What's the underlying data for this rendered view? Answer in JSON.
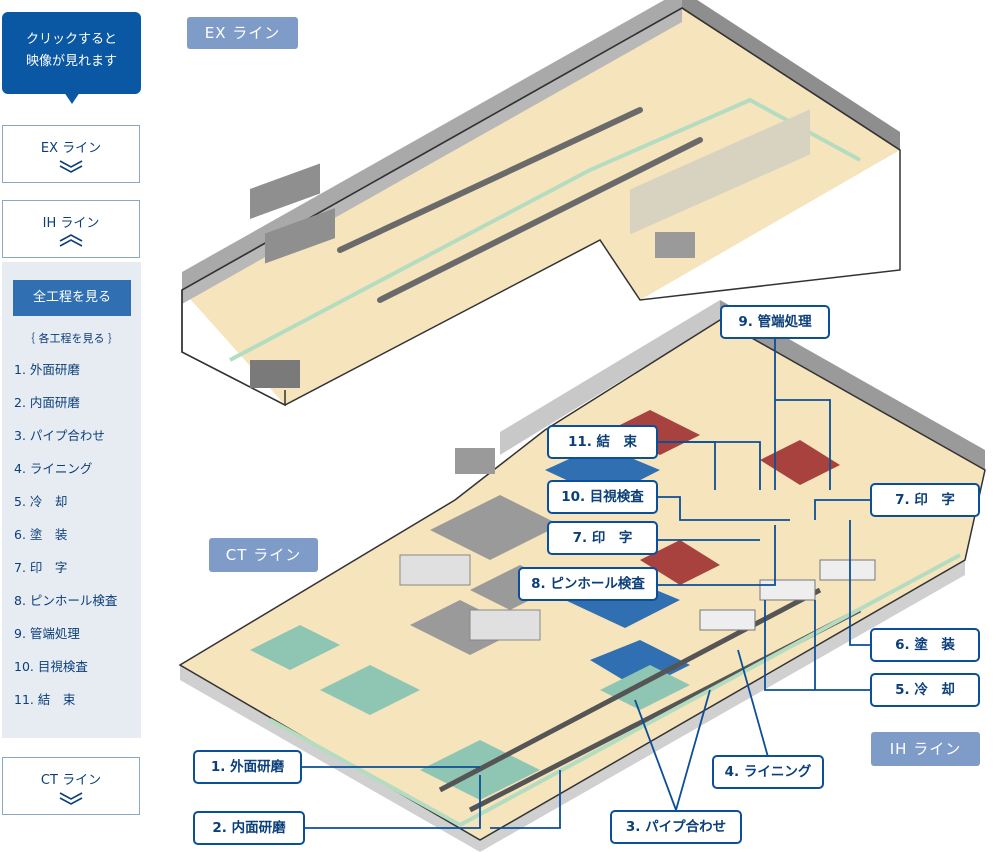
{
  "sidebar": {
    "hint": [
      "クリックすると",
      "映像が見れます"
    ],
    "ex_button": "EX ライン",
    "ih_button": "IH ライン",
    "ct_button": "CT ライン",
    "all_process_button": "全工程を見る",
    "each_process_header": "｛ 各工程を見る ｝",
    "processes": [
      "1. 外面研磨",
      "2. 内面研磨",
      "3. パイプ合わせ",
      "4. ライニング",
      "5. 冷　却",
      "6. 塗　装",
      "7. 印　字",
      "8. ピンホール検査",
      "9. 管端処理",
      "10. 目視検査",
      "11. 結　束"
    ]
  },
  "map": {
    "line_labels": {
      "ex": "EX ライン",
      "ct": "CT ライン",
      "ih": "IH ライン"
    },
    "callouts": {
      "c1": "1. 外面研磨",
      "c2": "2. 内面研磨",
      "c3": "3. パイプ合わせ",
      "c4": "4. ライニング",
      "c5": "5. 冷　却",
      "c6": "6. 塗　装",
      "c7a": "7. 印　字",
      "c7b": "7. 印　字",
      "c8": "8. ピンホール検査",
      "c9": "9. 管端処理",
      "c10": "10. 目視検査",
      "c11": "11. 結　束"
    }
  },
  "colors": {
    "accent": "#0a57a3",
    "callout_border": "#0b4f99",
    "floor": "#f6e4bd",
    "wall": "#a9a9a9",
    "panel": "#e7ecf3"
  }
}
